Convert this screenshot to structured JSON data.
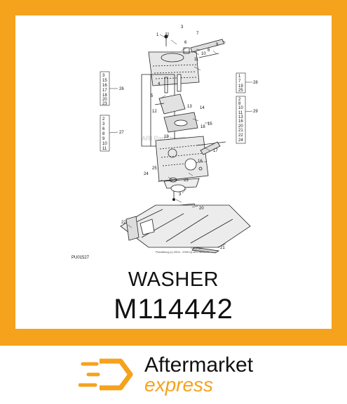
{
  "diagram": {
    "figure_code": "PU01527",
    "watermark": "ARI PartStream",
    "copyright_lines": [
      "Copyright",
      "Pwoldburg (c) 2004 - 2009 by ARI Network"
    ],
    "callouts": [
      "1",
      "2",
      "3",
      "4",
      "5",
      "6",
      "7",
      "8",
      "9",
      "10",
      "11",
      "12",
      "13",
      "14",
      "15",
      "16",
      "17",
      "18",
      "19",
      "20",
      "21",
      "22",
      "23",
      "24",
      "25",
      "3"
    ],
    "ref_box_26": {
      "items": [
        "3",
        "15",
        "16",
        "17",
        "18",
        "20",
        "23"
      ],
      "label": "26"
    },
    "ref_box_27": {
      "items": [
        "2",
        "3",
        "6",
        "8",
        "9",
        "10",
        "11"
      ],
      "label": "27"
    },
    "ref_box_28": {
      "items": [
        "1",
        "7",
        "19",
        "25"
      ],
      "label": "28"
    },
    "ref_box_29": {
      "items": [
        "2",
        "8",
        "10",
        "11",
        "13",
        "16",
        "20",
        "21",
        "22",
        "24"
      ],
      "label": "29"
    }
  },
  "product": {
    "name": "WASHER",
    "part_number": "M114442"
  },
  "brand": {
    "name": "Aftermarket",
    "tagline": "express",
    "accent_color": "#f5a21d"
  }
}
